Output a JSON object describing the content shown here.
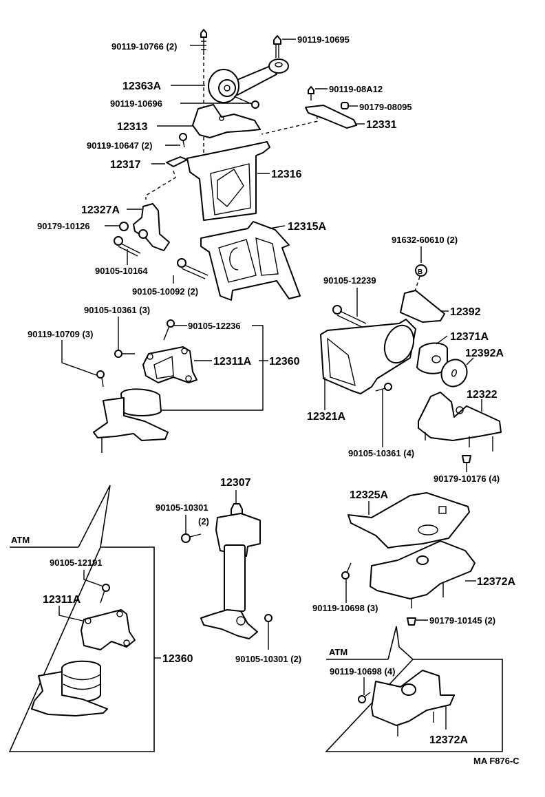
{
  "diagram": {
    "title": "Engine Mounting Parts Diagram",
    "figure_code": "MA F876-C",
    "labels": {
      "p90119_10766": "90119-10766 (2)",
      "p90119_10695": "90119-10695",
      "p12363A": "12363A",
      "p90119_10696": "90119-10696",
      "p90119_08A12": "90119-08A12",
      "p90179_08095": "90179-08095",
      "p12313": "12313",
      "p12331": "12331",
      "p90119_10647": "90119-10647 (2)",
      "p12317": "12317",
      "p12316": "12316",
      "p12327A": "12327A",
      "p90179_10126": "90179-10126",
      "p12315A": "12315A",
      "p90105_10164": "90105-10164",
      "p90105_10092": "90105-10092 (2)",
      "p91632_60610": "91632-60610 (2)",
      "p90105_12239": "90105-12239",
      "p12392": "12392",
      "p90105_10361_3": "90105-10361 (3)",
      "p90105_12236": "90105-12236",
      "p90119_10709": "90119-10709 (3)",
      "p12311A": "12311A",
      "p12360": "12360",
      "p12371A": "12371A",
      "p12392A": "12392A",
      "p12322": "12322",
      "p12321A": "12321A",
      "p90105_10361_4": "90105-10361 (4)",
      "p90179_10176": "90179-10176 (4)",
      "p12307": "12307",
      "p90105_10301_a": "90105-10301",
      "p90105_10301_a_qty": "(2)",
      "p90105_10301_b": "90105-10301 (2)",
      "p12325A": "12325A",
      "p12372A": "12372A",
      "p90119_10698_3": "90119-10698 (3)",
      "p90179_10145": "90179-10145 (2)"
    },
    "atm_box_left": {
      "heading": "ATM",
      "labels": {
        "p90105_12191": "90105-12191",
        "p12311A": "12311A",
        "p12360": "12360"
      }
    },
    "atm_box_right": {
      "heading": "ATM",
      "labels": {
        "p90119_10698_4": "90119-10698 (4)",
        "p12372A": "12372A"
      }
    }
  }
}
